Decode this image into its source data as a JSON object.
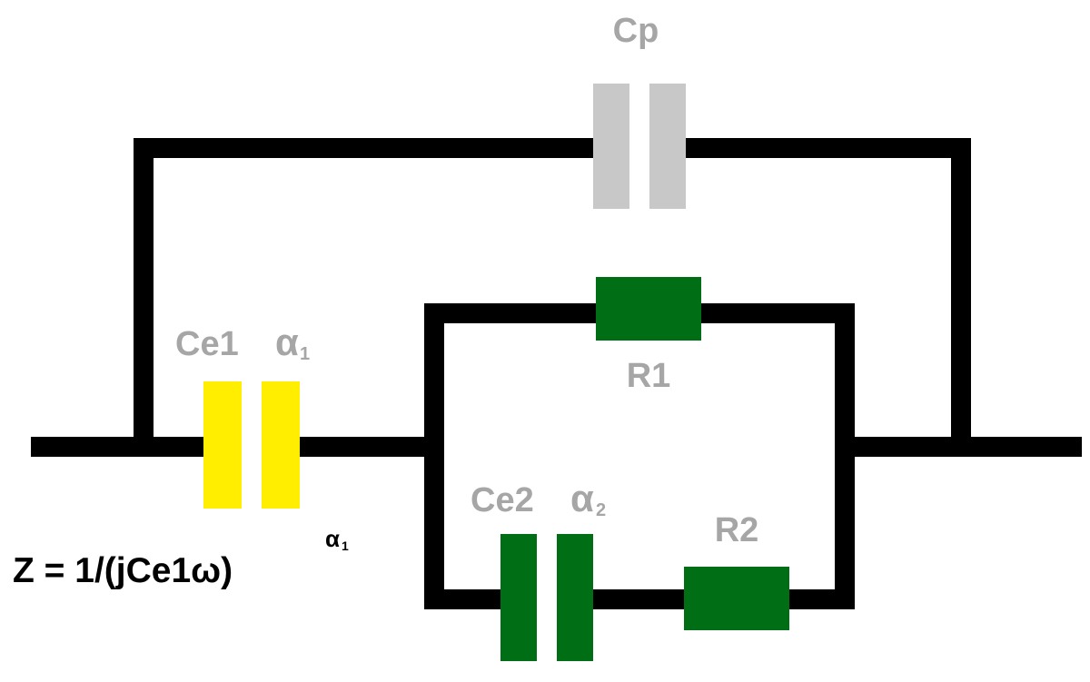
{
  "colors": {
    "wire": "#000000",
    "cp_plate": "#c8c8c8",
    "ce1_plate": "#ffee00",
    "green": "#006e14",
    "label": "#a6a6a6",
    "formula": "#000000"
  },
  "labels": {
    "cp": "Cp",
    "ce1": "Ce1",
    "ce1_alpha": "α",
    "ce1_alpha_sub": "1",
    "r1": "R1",
    "ce2": "Ce2",
    "ce2_alpha": "α",
    "ce2_alpha_sub": "2",
    "r2": "R2"
  },
  "formula": {
    "main": "Z = 1/(jCe1ω)",
    "exp": "α",
    "exp_sub": "1"
  }
}
